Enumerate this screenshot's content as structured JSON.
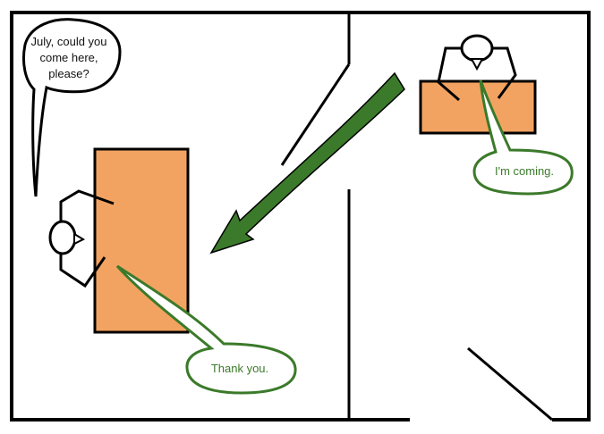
{
  "speech": {
    "boss_request": "July, could you\ncome here,\nplease?",
    "july_reply": "I'm coming.",
    "boss_thanks": "Thank you."
  },
  "colors": {
    "desk": "#F2A361",
    "arrow": "#3B7A2A",
    "green_bubble_text": "#3B7A2A",
    "outline": "#000000"
  }
}
